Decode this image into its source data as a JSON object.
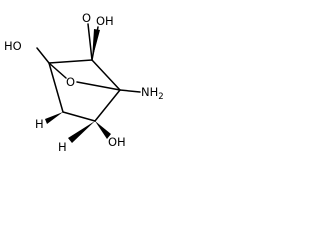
{
  "molecule": {
    "atoms": {
      "oxygen_top": "O",
      "oh_top_right": "OH",
      "ho_left": "HO",
      "oxygen_bridge": "O",
      "nh2": "NH",
      "nh2_subscript": "2",
      "h_lower_left": "H",
      "h_bottom_left": "H",
      "oh_bottom": "OH"
    },
    "colors": {
      "ink": "#000000",
      "background": "#ffffff"
    }
  }
}
